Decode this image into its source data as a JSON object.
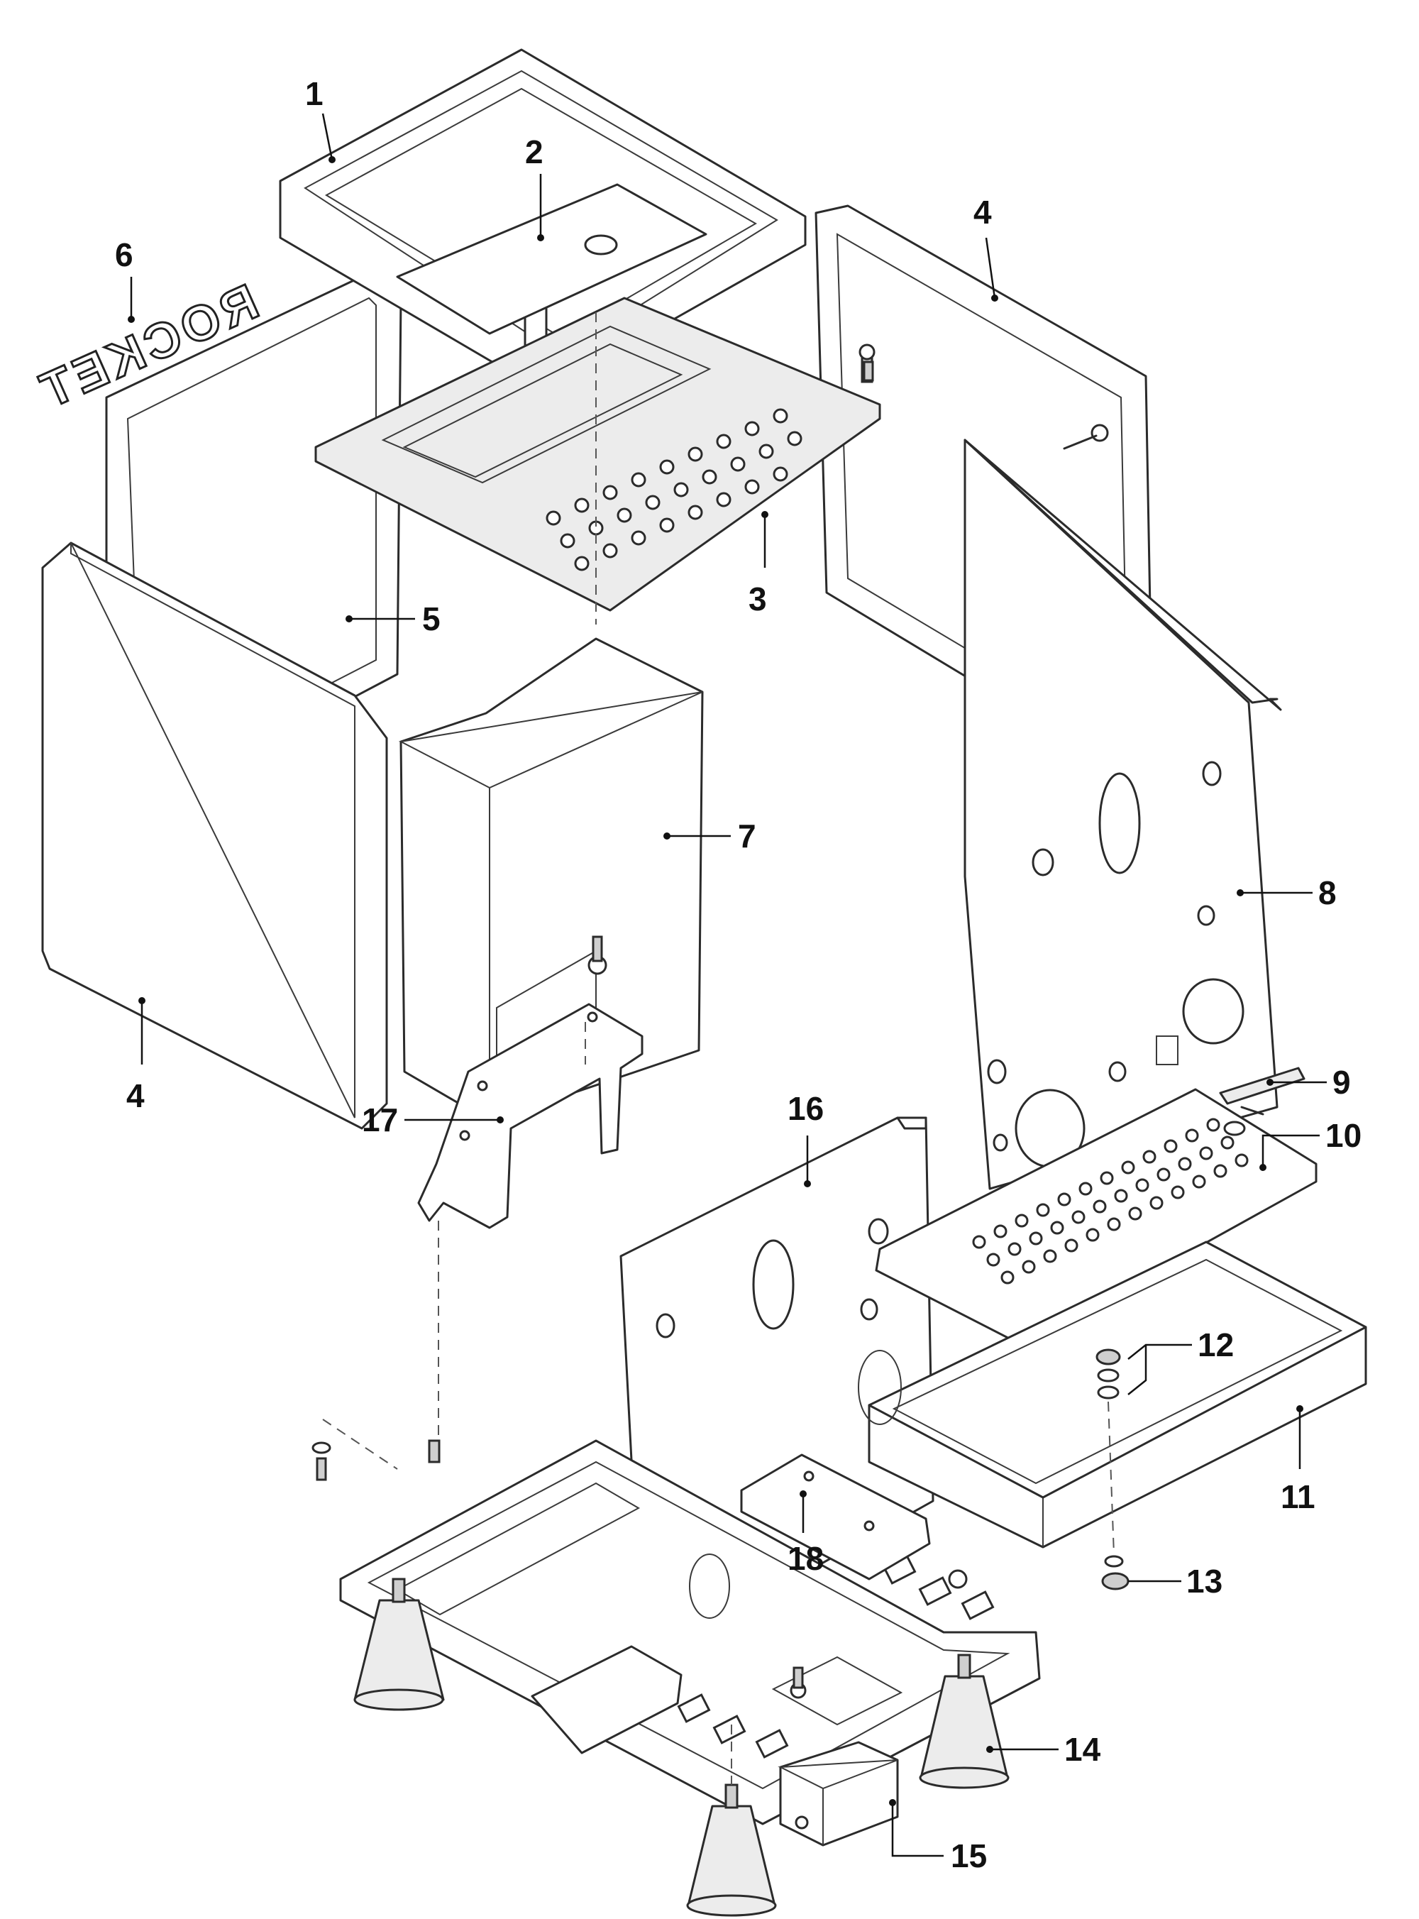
{
  "logo": {
    "text": "ROCKET"
  },
  "callouts": [
    {
      "id": "c1",
      "label": "1"
    },
    {
      "id": "c2",
      "label": "2"
    },
    {
      "id": "c3",
      "label": "3"
    },
    {
      "id": "c4a",
      "label": "4"
    },
    {
      "id": "c4b",
      "label": "4"
    },
    {
      "id": "c5",
      "label": "5"
    },
    {
      "id": "c6",
      "label": "6"
    },
    {
      "id": "c7",
      "label": "7"
    },
    {
      "id": "c8",
      "label": "8"
    },
    {
      "id": "c9",
      "label": "9"
    },
    {
      "id": "c10",
      "label": "10"
    },
    {
      "id": "c11",
      "label": "11"
    },
    {
      "id": "c12",
      "label": "12"
    },
    {
      "id": "c13",
      "label": "13"
    },
    {
      "id": "c14",
      "label": "14"
    },
    {
      "id": "c15",
      "label": "15"
    },
    {
      "id": "c16",
      "label": "16"
    },
    {
      "id": "c17",
      "label": "17"
    },
    {
      "id": "c18",
      "label": "18"
    }
  ]
}
